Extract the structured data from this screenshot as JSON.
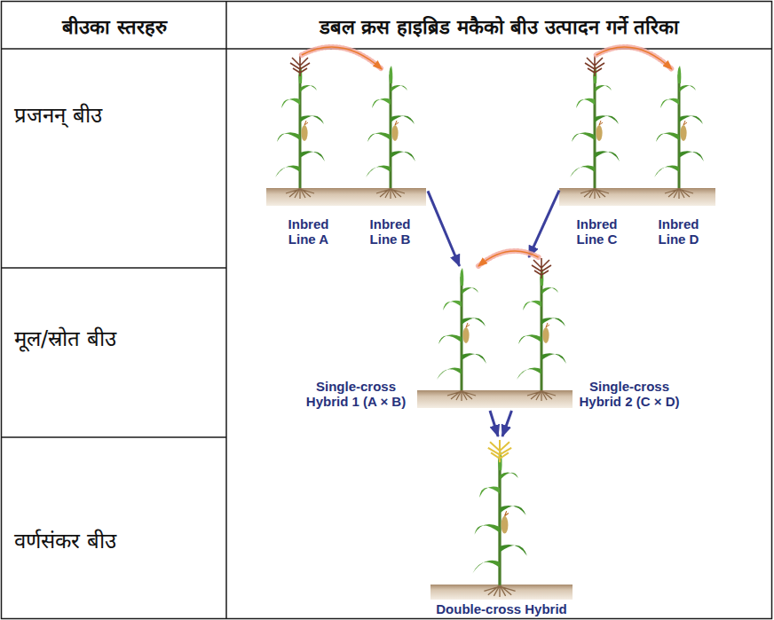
{
  "diagram": {
    "nodes": [
      {
        "text": [
          "Inbred Line A"
        ]
      },
      {
        "text": [
          "Inbred Line B"
        ]
      },
      {
        "text": [
          "Inbred Line C"
        ]
      },
      {
        "text": [
          "Inbred Line D"
        ]
      },
      {
        "text": [
          "Single-cross Hybrid 1 (A × B)"
        ]
      },
      {
        "text": [
          "Single-cross Hybrid 2 (C × D)"
        ]
      },
      {
        "text": [
          "Double-cross Hybrid"
        ]
      }
    ],
    "edges": [
      {
        "from": 0,
        "to": 1,
        "arrow": "to"
      },
      {
        "from": 2,
        "to": 3,
        "arrow": "to"
      },
      {
        "from": 1,
        "to": 4,
        "arrow": "to"
      },
      {
        "from": 2,
        "to": 5,
        "arrow": "to"
      },
      {
        "from": 5,
        "to": 4,
        "arrow": "to"
      },
      {
        "from": 4,
        "to": 6,
        "arrow": "to"
      },
      {
        "from": 5,
        "to": 6,
        "arrow": "to"
      }
    ],
    "labels": [
      "बीउका स्तरहरु",
      "डबल क्रस हाइब्रिड मकैको बीउ उत्पादन गर्ने तरिका",
      "प्रजनन् बीउ",
      "मूल/स्रोत बीउ",
      "वर्णसंकर बीउ"
    ]
  }
}
